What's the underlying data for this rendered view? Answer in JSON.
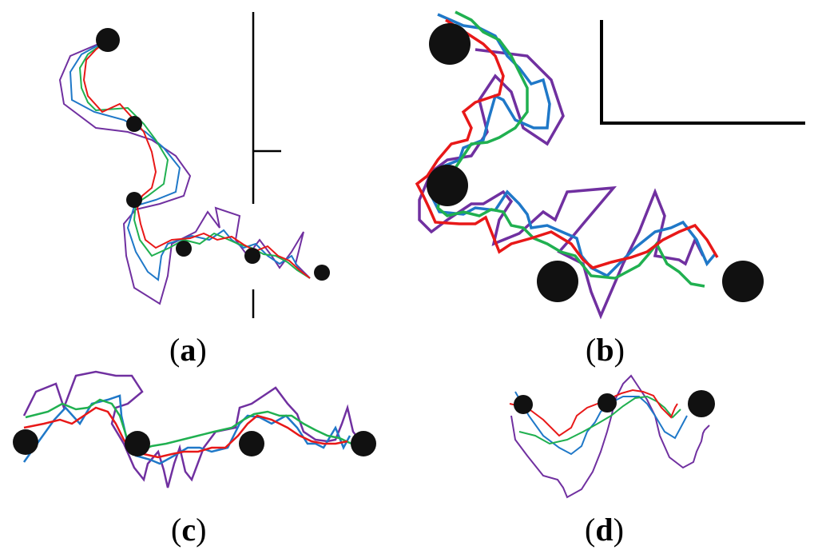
{
  "panels": [
    {
      "id": "a",
      "open": "(",
      "letter": "a",
      "close": ")"
    },
    {
      "id": "b",
      "open": "(",
      "letter": "b",
      "close": ")"
    },
    {
      "id": "c",
      "open": "(",
      "letter": "c",
      "close": ")"
    },
    {
      "id": "d",
      "open": "(",
      "letter": "d",
      "close": ")"
    }
  ],
  "colors": {
    "purple": "#7030a0",
    "blue": "#1f78c8",
    "green": "#20b050",
    "red": "#e81818",
    "marker": "#111111",
    "axis": "#000000"
  }
}
